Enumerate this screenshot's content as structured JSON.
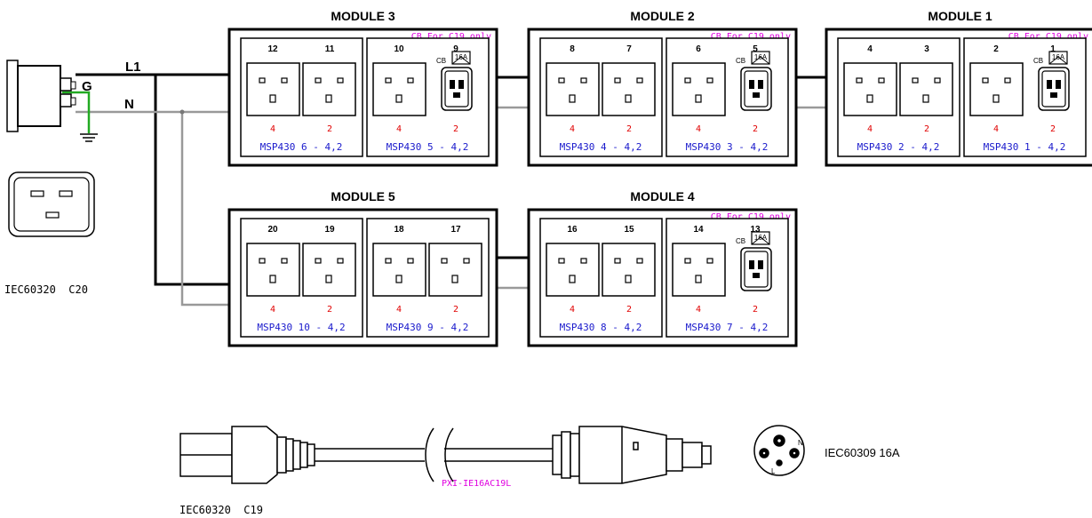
{
  "labels": {
    "l1": "L1",
    "g": "G",
    "n": "N",
    "inlet": "IEC60320  C20",
    "cable_part": "PXI-IE16AC19L",
    "c19": "IEC60320  C19",
    "plug": "IEC60309 16A",
    "plug_n": "N",
    "plug_l": "L",
    "cb_note": "CB For C19 only",
    "cb": "CB",
    "cb_rating": "16A"
  },
  "modules": [
    {
      "title": "MODULE 3",
      "units": [
        {
          "sockets": [
            "12",
            "11"
          ],
          "ratings": [
            "4",
            "2"
          ],
          "msp": "MSP430 6 - 4,2",
          "c19": false
        },
        {
          "sockets": [
            "10",
            "9"
          ],
          "ratings": [
            "4",
            "2"
          ],
          "msp": "MSP430 5 - 4,2",
          "c19": true
        }
      ]
    },
    {
      "title": "MODULE 2",
      "units": [
        {
          "sockets": [
            "8",
            "7"
          ],
          "ratings": [
            "4",
            "2"
          ],
          "msp": "MSP430 4 - 4,2",
          "c19": false
        },
        {
          "sockets": [
            "6",
            "5"
          ],
          "ratings": [
            "4",
            "2"
          ],
          "msp": "MSP430 3 - 4,2",
          "c19": true
        }
      ]
    },
    {
      "title": "MODULE 1",
      "units": [
        {
          "sockets": [
            "4",
            "3"
          ],
          "ratings": [
            "4",
            "2"
          ],
          "msp": "MSP430 2 - 4,2",
          "c19": false
        },
        {
          "sockets": [
            "2",
            "1"
          ],
          "ratings": [
            "4",
            "2"
          ],
          "msp": "MSP430 1 - 4,2",
          "c19": true
        }
      ]
    },
    {
      "title": "MODULE 5",
      "units": [
        {
          "sockets": [
            "20",
            "19"
          ],
          "ratings": [
            "4",
            "2"
          ],
          "msp": "MSP430 10 - 4,2",
          "c19": false
        },
        {
          "sockets": [
            "18",
            "17"
          ],
          "ratings": [
            "4",
            "2"
          ],
          "msp": "MSP430 9 - 4,2",
          "c19": false
        }
      ]
    },
    {
      "title": "MODULE 4",
      "units": [
        {
          "sockets": [
            "16",
            "15"
          ],
          "ratings": [
            "4",
            "2"
          ],
          "msp": "MSP430 8 - 4,2",
          "c19": false
        },
        {
          "sockets": [
            "14",
            "13"
          ],
          "ratings": [
            "4",
            "2"
          ],
          "msp": "MSP430 7 - 4,2",
          "c19": true
        }
      ]
    }
  ],
  "colors": {
    "line": "#000000",
    "neutral": "#999999",
    "earth": "#22aa22",
    "rating": "#e00000",
    "msp": "#1a1acc",
    "note": "#e000e0"
  }
}
